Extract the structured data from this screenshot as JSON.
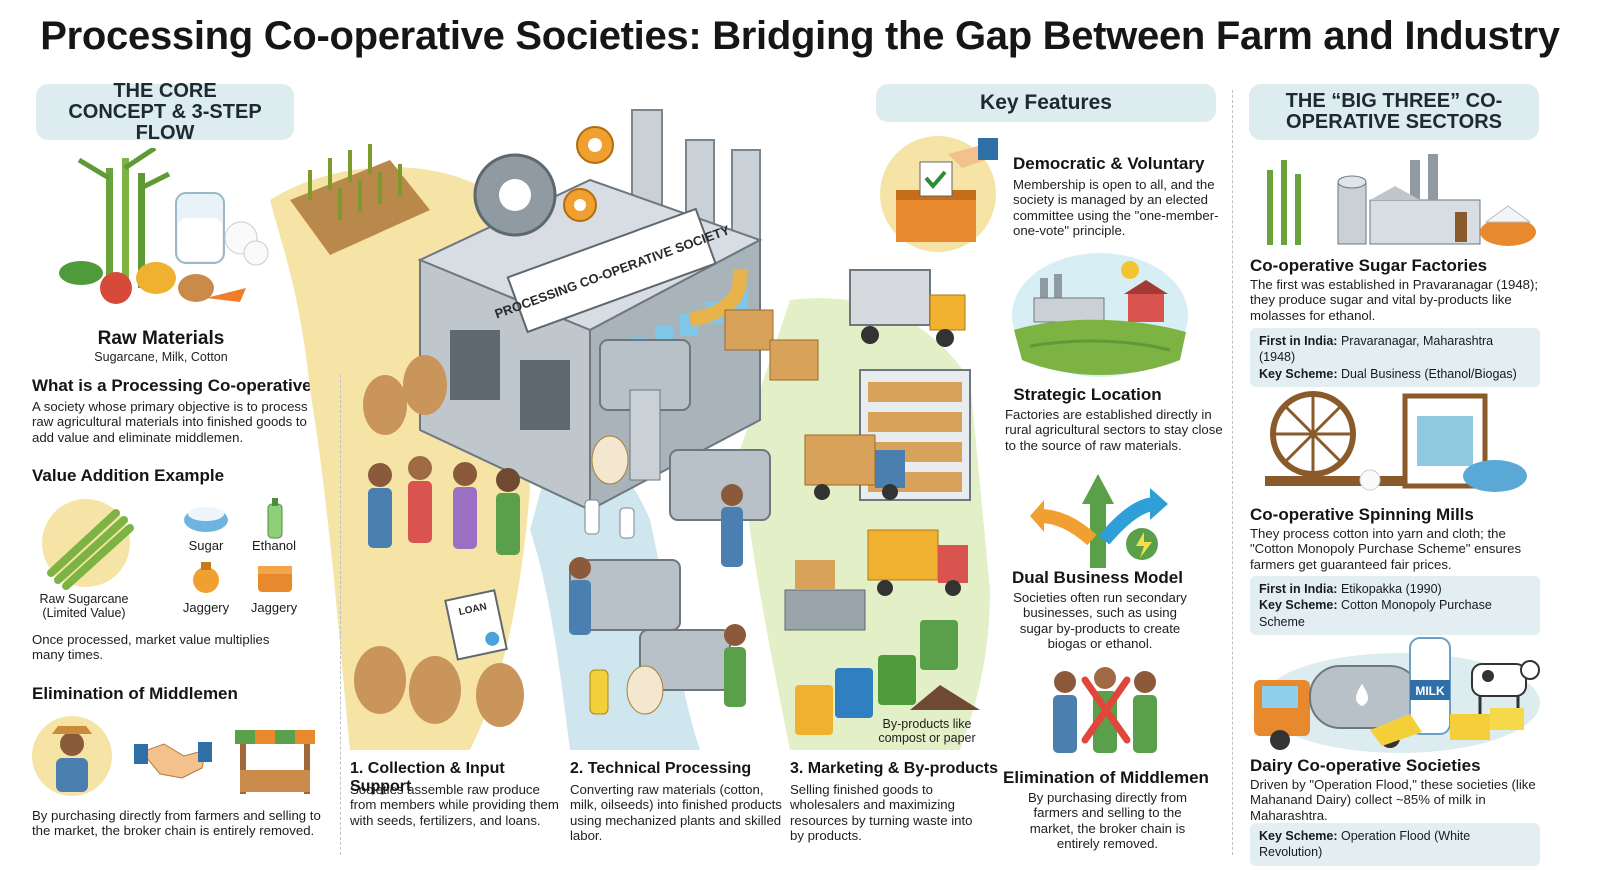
{
  "title": "Processing Co-operative Societies: Bridging the Gap Between Farm and Industry",
  "left": {
    "header": "THE CORE CONCEPT & 3-STEP FLOW",
    "raw_materials": {
      "title": "Raw Materials",
      "subtitle": "Sugarcane, Milk, Cotton"
    },
    "what_is": {
      "title": "What is a Processing Co-operative?",
      "text": "A society whose primary objective is to process raw agricultural materials into finished goods to add value and eliminate middlemen."
    },
    "value_addition": {
      "title": "Value Addition Example",
      "raw_label": "Raw Sugarcane (Limited Value)",
      "products": [
        "Sugar",
        "Ethanol",
        "Jaggery",
        "Jaggery"
      ],
      "text": "Once processed, market value multiplies many times."
    },
    "elimination": {
      "title": "Elimination of Middlemen",
      "text": "By purchasing directly from farmers and selling to the market, the broker chain is entirely removed."
    }
  },
  "center": {
    "factory_sign": "PROCESSING CO-OPERATIVE SOCIETY",
    "loan_label": "LOAN",
    "byproducts_label": "By-products like compost or paper",
    "steps": [
      {
        "title": "1. Collection & Input Support",
        "text": "Societies assemble raw produce from members while providing them with seeds, fertilizers, and loans."
      },
      {
        "title": "2. Technical Processing",
        "text": "Converting raw materials (cotton, milk, oilseeds) into finished products using mechanized plants and skilled labor."
      },
      {
        "title": "3. Marketing & By-products",
        "text": "Selling finished goods to wholesalers and maximizing resources by turning waste into by products."
      }
    ]
  },
  "features": {
    "header": "Key Features",
    "items": [
      {
        "title": "Democratic & Voluntary",
        "text": "Membership is open to all, and the society is managed by an elected committee using the \"one-member-one-vote\" principle."
      },
      {
        "title": "Strategic Location",
        "text": "Factories are established directly in rural agricultural sectors to stay close to the source of raw materials."
      },
      {
        "title": "Dual Business Model",
        "text": "Societies often run secondary businesses, such as using sugar by-products to create biogas or ethanol."
      },
      {
        "title": "Elimination of Middlemen",
        "text": "By purchasing directly from farmers and selling to the market, the broker chain is entirely removed."
      }
    ]
  },
  "sectors": {
    "header": "THE “BIG THREE” CO-OPERATIVE SECTORS",
    "items": [
      {
        "title": "Co-operative Sugar Factories",
        "text": "The first was established in Pravaranagar (1948); they produce sugar and vital by-products like molasses for ethanol.",
        "first_label": "First in India:",
        "first_value": "Pravaranagar, Maharashtra (1948)",
        "scheme_label": "Key Scheme:",
        "scheme_value": "Dual Business (Ethanol/Biogas)"
      },
      {
        "title": "Co-operative Spinning Mills",
        "text": "They process cotton into yarn and cloth; the \"Cotton Monopoly Purchase Scheme\" ensures farmers get guaranteed fair prices.",
        "first_label": "First in India:",
        "first_value": "Etikopakka (1990)",
        "scheme_label": "Key Scheme:",
        "scheme_value": "Cotton Monopoly Purchase Scheme"
      },
      {
        "title": "Dairy Co-operative Societies",
        "text": "Driven by \"Operation Flood,\" these societies (like Mahanand Dairy) collect ~85% of milk in Maharashtra.",
        "milk_label": "MILK",
        "scheme_label": "Key Scheme:",
        "scheme_value": "Operation Flood (White Revolution)"
      }
    ]
  },
  "colors": {
    "pill_bg": "#dcecef",
    "path_yellow": "#f6e4a6",
    "path_blue": "#cfe6ef",
    "path_green": "#e3efc6",
    "accent_orange": "#f0a030"
  }
}
